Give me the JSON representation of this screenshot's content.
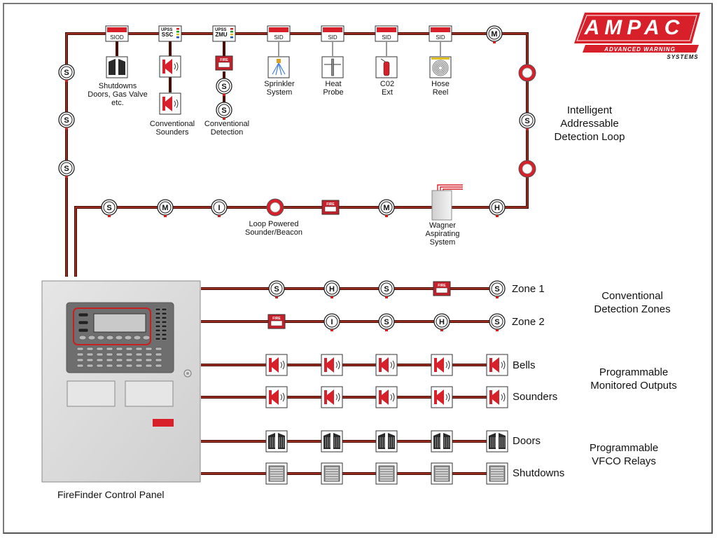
{
  "brand": {
    "logo_text": "AMPAC",
    "tagline_1": "ADVANCED WARNING",
    "tagline_2": "SYSTEMS",
    "colors": {
      "brand_red": "#d8202a",
      "wire": "#6a1a10",
      "sid_red": "#c8202a"
    }
  },
  "loop": {
    "title_line1": "Intelligent",
    "title_line2": "Addressable",
    "title_line3": "Detection Loop",
    "modules": [
      {
        "tag": "SIOD",
        "caption": [
          "Shutdowns",
          "Doors, Gas Valve",
          "etc."
        ]
      },
      {
        "tag": "SSC",
        "tag_top": "UPSS",
        "caption": [
          "Conventional",
          "Sounders"
        ]
      },
      {
        "tag": "ZMU",
        "tag_top": "UPSS",
        "caption": [
          "Conventional",
          "Detection"
        ]
      },
      {
        "tag": "SID",
        "caption": [
          "Sprinkler",
          "System"
        ]
      },
      {
        "tag": "SID",
        "caption": [
          "Heat",
          "Probe"
        ]
      },
      {
        "tag": "SID",
        "caption": [
          "C02",
          "Ext"
        ]
      },
      {
        "tag": "SID",
        "caption": [
          "Hose",
          "Reel"
        ]
      }
    ],
    "loop_sounder_caption": [
      "Loop Powered",
      "Sounder/Beacon"
    ],
    "wagner_caption": [
      "Wagner",
      "Aspirating",
      "System"
    ]
  },
  "detector_letters": {
    "smoke": "S",
    "multi": "M",
    "heat": "H",
    "ion": "I"
  },
  "fire_text": "FIRE",
  "circuits": {
    "zone1": "Zone 1",
    "zone2": "Zone 2",
    "bells": "Bells",
    "sounders": "Sounders",
    "doors": "Doors",
    "shutdowns": "Shutdowns"
  },
  "sections": {
    "conventional": [
      "Conventional",
      "Detection Zones"
    ],
    "outputs": [
      "Programmable",
      "Monitored Outputs"
    ],
    "relays": [
      "Programmable",
      "VFCO Relays"
    ]
  },
  "panel": {
    "label": "FireFinder Control Panel"
  }
}
